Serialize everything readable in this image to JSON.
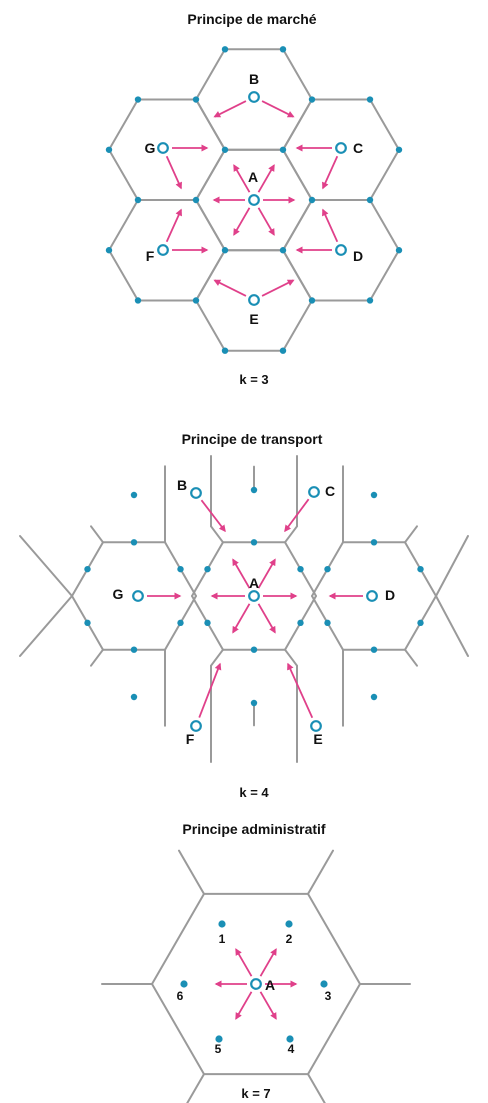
{
  "colors": {
    "line": "#9a9a9a",
    "node": "#1a8fb5",
    "arrow": "#e0408a",
    "text": "#111111"
  },
  "diagrams": [
    {
      "title": "Principe de marché",
      "k_label": "k = 3",
      "center_label": "A",
      "outer_labels": [
        "B",
        "C",
        "D",
        "E",
        "F",
        "G"
      ]
    },
    {
      "title": "Principe de transport",
      "k_label": "k = 4",
      "center_label": "A",
      "outer_labels": [
        "B",
        "C",
        "D",
        "E",
        "F",
        "G"
      ]
    },
    {
      "title": "Principe administratif",
      "k_label": "k = 7",
      "center_label": "A",
      "outer_labels": [
        "1",
        "2",
        "3",
        "4",
        "5",
        "6"
      ]
    }
  ]
}
